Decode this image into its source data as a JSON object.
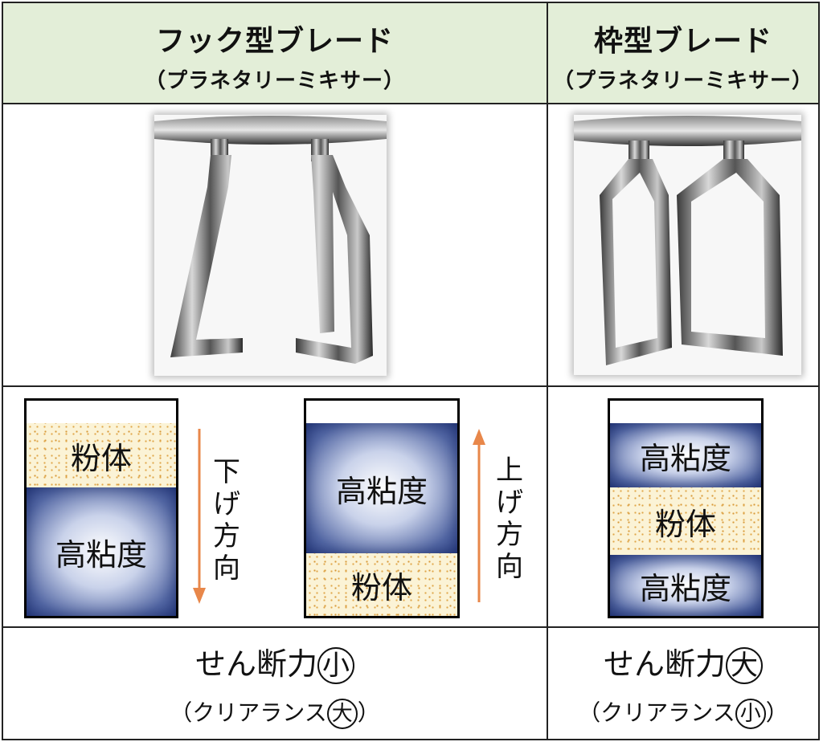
{
  "header": {
    "left_title": "フック型ブレード",
    "left_subtitle": "（プラネタリーミキサー）",
    "right_title": "枠型ブレード",
    "right_subtitle": "（プラネタリーミキサー）"
  },
  "diagram": {
    "left_a": {
      "top_label": "粉体",
      "bottom_label": "高粘度"
    },
    "left_direction": "下げ方向",
    "left_b": {
      "top_label": "高粘度",
      "bottom_label": "粉体"
    },
    "right_direction": "上げ方向",
    "frame": {
      "top_label": "高粘度",
      "middle_label": "粉体",
      "bottom_label": "高粘度"
    }
  },
  "footer": {
    "left": {
      "shear_prefix": "せん断力",
      "shear_value": "小",
      "clear_open": "（クリアランス",
      "clear_value": "大",
      "clear_close": "）"
    },
    "right": {
      "shear_prefix": "せん断力",
      "shear_value": "大",
      "clear_open": "（クリアランス",
      "clear_value": "小",
      "clear_close": "）"
    }
  },
  "colors": {
    "header_bg": "#e3eed8",
    "arrow": "#e8874a",
    "viscous_dark": "#2e4287",
    "powder_bg": "#fbf3d6"
  }
}
